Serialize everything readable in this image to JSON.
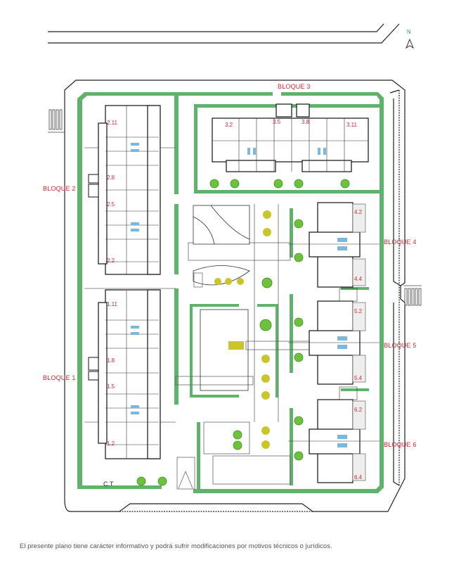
{
  "plan": {
    "colors": {
      "green_band": "#5fb36a",
      "wall": "#1a1a1a",
      "label_red": "#d8262f",
      "north_blue": "#2a8fd0",
      "tree_green": "#6cc23a",
      "palm_yellow": "#c9c52a"
    },
    "north_arrow": {
      "label": "N"
    },
    "blocks": [
      {
        "id": "bloque1",
        "label": "BLOQUE 1",
        "units": [
          "1.11",
          "1.8",
          "1.5",
          "1.2"
        ]
      },
      {
        "id": "bloque2",
        "label": "BLOQUE 2",
        "units": [
          "2.11",
          "2.8",
          "2.5",
          "2.2"
        ]
      },
      {
        "id": "bloque3",
        "label": "BLOQUE 3",
        "units": [
          "3.2",
          "3.5",
          "3.8",
          "3.11"
        ]
      },
      {
        "id": "bloque4",
        "label": "BLOQUE 4",
        "units": [
          "4.2",
          "4.4"
        ]
      },
      {
        "id": "bloque5",
        "label": "BLOQUE 5",
        "units": [
          "5.2",
          "5.4"
        ]
      },
      {
        "id": "bloque6",
        "label": "BLOQUE 6",
        "units": [
          "6.2",
          "6.4"
        ]
      }
    ],
    "transformer_label": "C.T",
    "disclaimer": "El presente plano tiene carácter informativo y podrá sufrir modificaciones por motivos técnicos o jurídicos."
  }
}
